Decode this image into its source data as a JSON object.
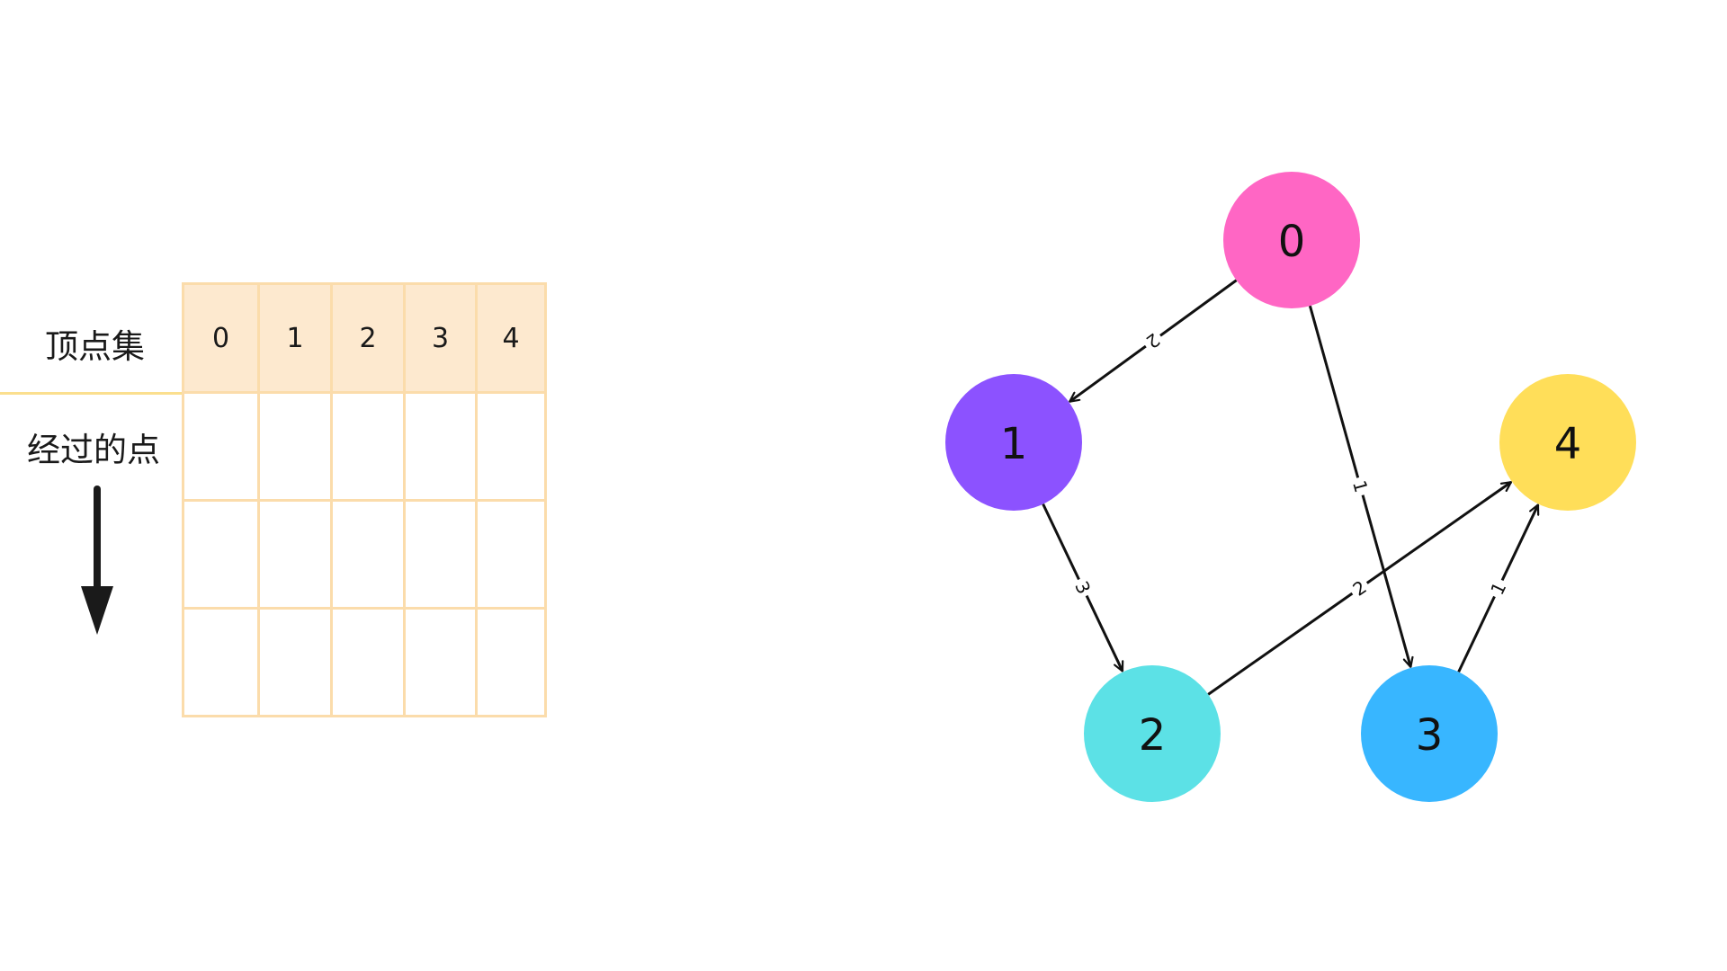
{
  "table": {
    "header_label": "顶点集",
    "visited_label": "经过的点",
    "columns": [
      "0",
      "1",
      "2",
      "3",
      "4"
    ],
    "empty_rows": 3
  },
  "graph": {
    "nodes": [
      {
        "id": "0",
        "color": "#ff66c4"
      },
      {
        "id": "1",
        "color": "#8c52ff"
      },
      {
        "id": "2",
        "color": "#5ce1e6"
      },
      {
        "id": "3",
        "color": "#38b6ff"
      },
      {
        "id": "4",
        "color": "#ffde59"
      }
    ],
    "edges": [
      {
        "from": "0",
        "to": "1",
        "weight": "2"
      },
      {
        "from": "0",
        "to": "3",
        "weight": "1"
      },
      {
        "from": "1",
        "to": "2",
        "weight": "3"
      },
      {
        "from": "2",
        "to": "4",
        "weight": "2"
      },
      {
        "from": "3",
        "to": "4",
        "weight": "1"
      }
    ]
  },
  "colors": {
    "table_border": "#fbdcab",
    "table_header_fill": "#fde9cf",
    "underline": "#fbdf8e",
    "edge": "#111111"
  }
}
